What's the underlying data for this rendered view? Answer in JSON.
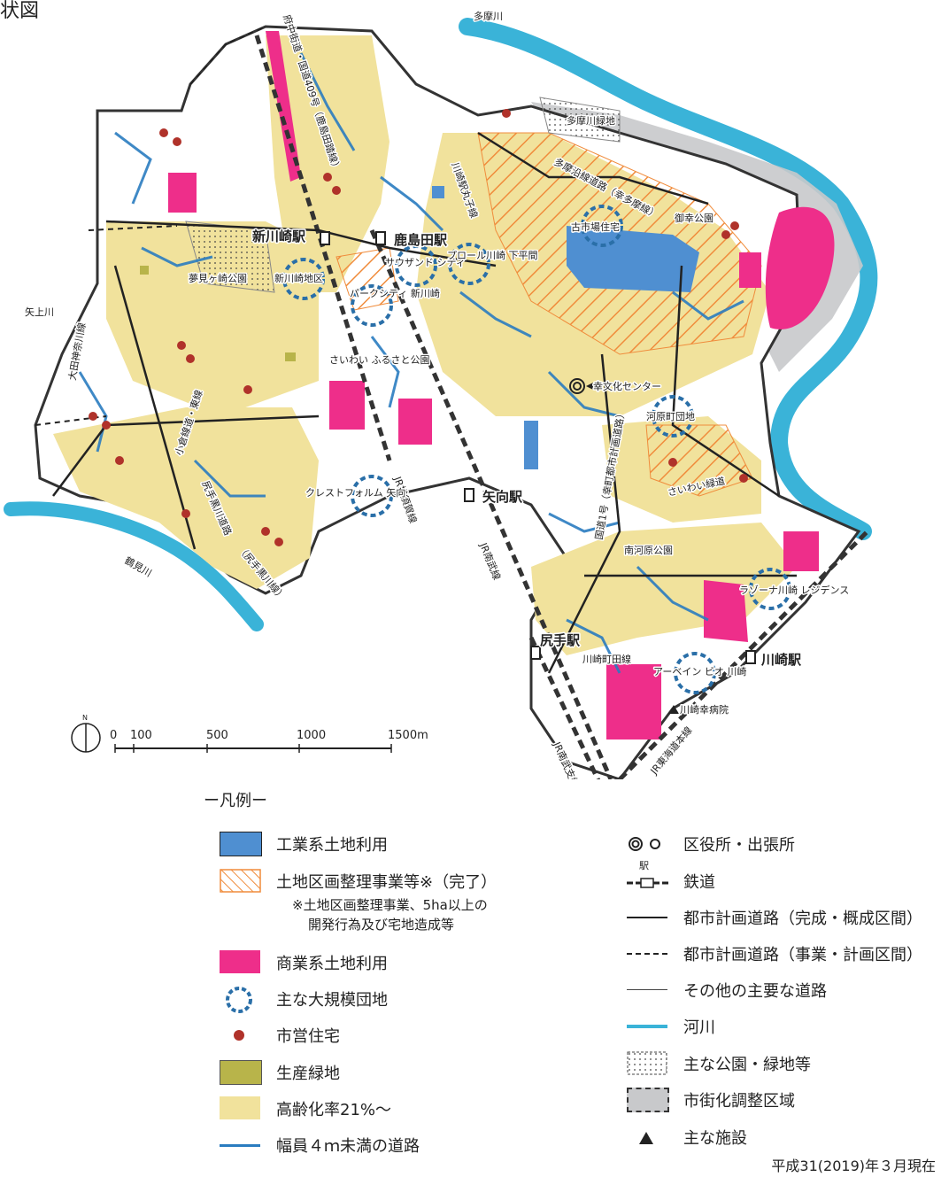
{
  "header": {
    "title_fragment": "状図"
  },
  "map": {
    "stations": [
      "新川崎駅",
      "鹿島田駅",
      "矢向駅",
      "尻手駅",
      "川崎駅"
    ],
    "rivers": [
      "多摩川",
      "矢上川",
      "鶴見川"
    ],
    "roads": [
      "府中街道・国道409号（鹿島田踏線）",
      "川崎駅丸子線",
      "多摩沿線道路（幸多摩線）",
      "小倉線道・東線",
      "尻手黒川道路",
      "（尻手黒川線）",
      "JR横須賀線",
      "JR南武線",
      "JR南武支線",
      "JR東海道本線",
      "大田神奈川線",
      "川崎町田線",
      "国道1号（幸町都市計画道路）",
      "さいわい緑道",
      "多摩沿線道路"
    ],
    "places": [
      "多摩川緑地",
      "古市場住宅",
      "御幸公園",
      "新川崎地区",
      "サウザンド シティ",
      "プロール川崎 下平間",
      "パークシティ 新川崎",
      "夢見ヶ崎公園",
      "さいわい ふるさと公園",
      "幸文化センター",
      "河原町団地",
      "クレストフォルム 矢向",
      "南河原公園",
      "ラゾーナ川崎 レジデンス",
      "アーベイン ビオ 川崎",
      "川崎幸病院"
    ],
    "north": "N",
    "scale": {
      "ticks": [
        "0",
        "100",
        "500",
        "1000",
        "1500m"
      ]
    }
  },
  "legend": {
    "title": "ー凡例ー",
    "left": [
      {
        "id": "industrial",
        "label": "工業系土地利用",
        "color": "#4f8fd1"
      },
      {
        "id": "readjust",
        "label": "土地区画整理事業等※（完了）",
        "color": "#f08c3c"
      },
      {
        "id": "commercial",
        "label": "商業系土地利用",
        "color": "#ee2e8a"
      },
      {
        "id": "estate",
        "label": "主な大規模団地",
        "color": "#2a6fa8"
      },
      {
        "id": "municipal",
        "label": "市営住宅",
        "color": "#b0322a"
      },
      {
        "id": "farmland",
        "label": "生産緑地",
        "color": "#b8b44a"
      },
      {
        "id": "aging",
        "label": "高齢化率21%～",
        "color": "#f1e29c"
      },
      {
        "id": "narrow",
        "label": "幅員４ｍ未満の道路",
        "color": "#2a7cc0"
      }
    ],
    "note_line1": "※土地区画整理事業、5ha以上の",
    "note_line2": "開発行為及び宅地造成等",
    "right": [
      {
        "id": "office",
        "label": "区役所・出張所"
      },
      {
        "id": "rail",
        "label": "鉄道",
        "sub": "駅"
      },
      {
        "id": "road-done",
        "label": "都市計画道路（完成・概成区間）"
      },
      {
        "id": "road-plan",
        "label": "都市計画道路（事業・計画区間）"
      },
      {
        "id": "road-other",
        "label": "その他の主要な道路"
      },
      {
        "id": "river",
        "label": "河川",
        "color": "#3ab3d8"
      },
      {
        "id": "park",
        "label": "主な公園・緑地等"
      },
      {
        "id": "urban-control",
        "label": "市街化調整区域",
        "color": "#c8c9cb"
      },
      {
        "id": "facility",
        "label": "主な施設"
      }
    ]
  },
  "footer": {
    "as_of": "平成31(2019)年３月現在"
  }
}
